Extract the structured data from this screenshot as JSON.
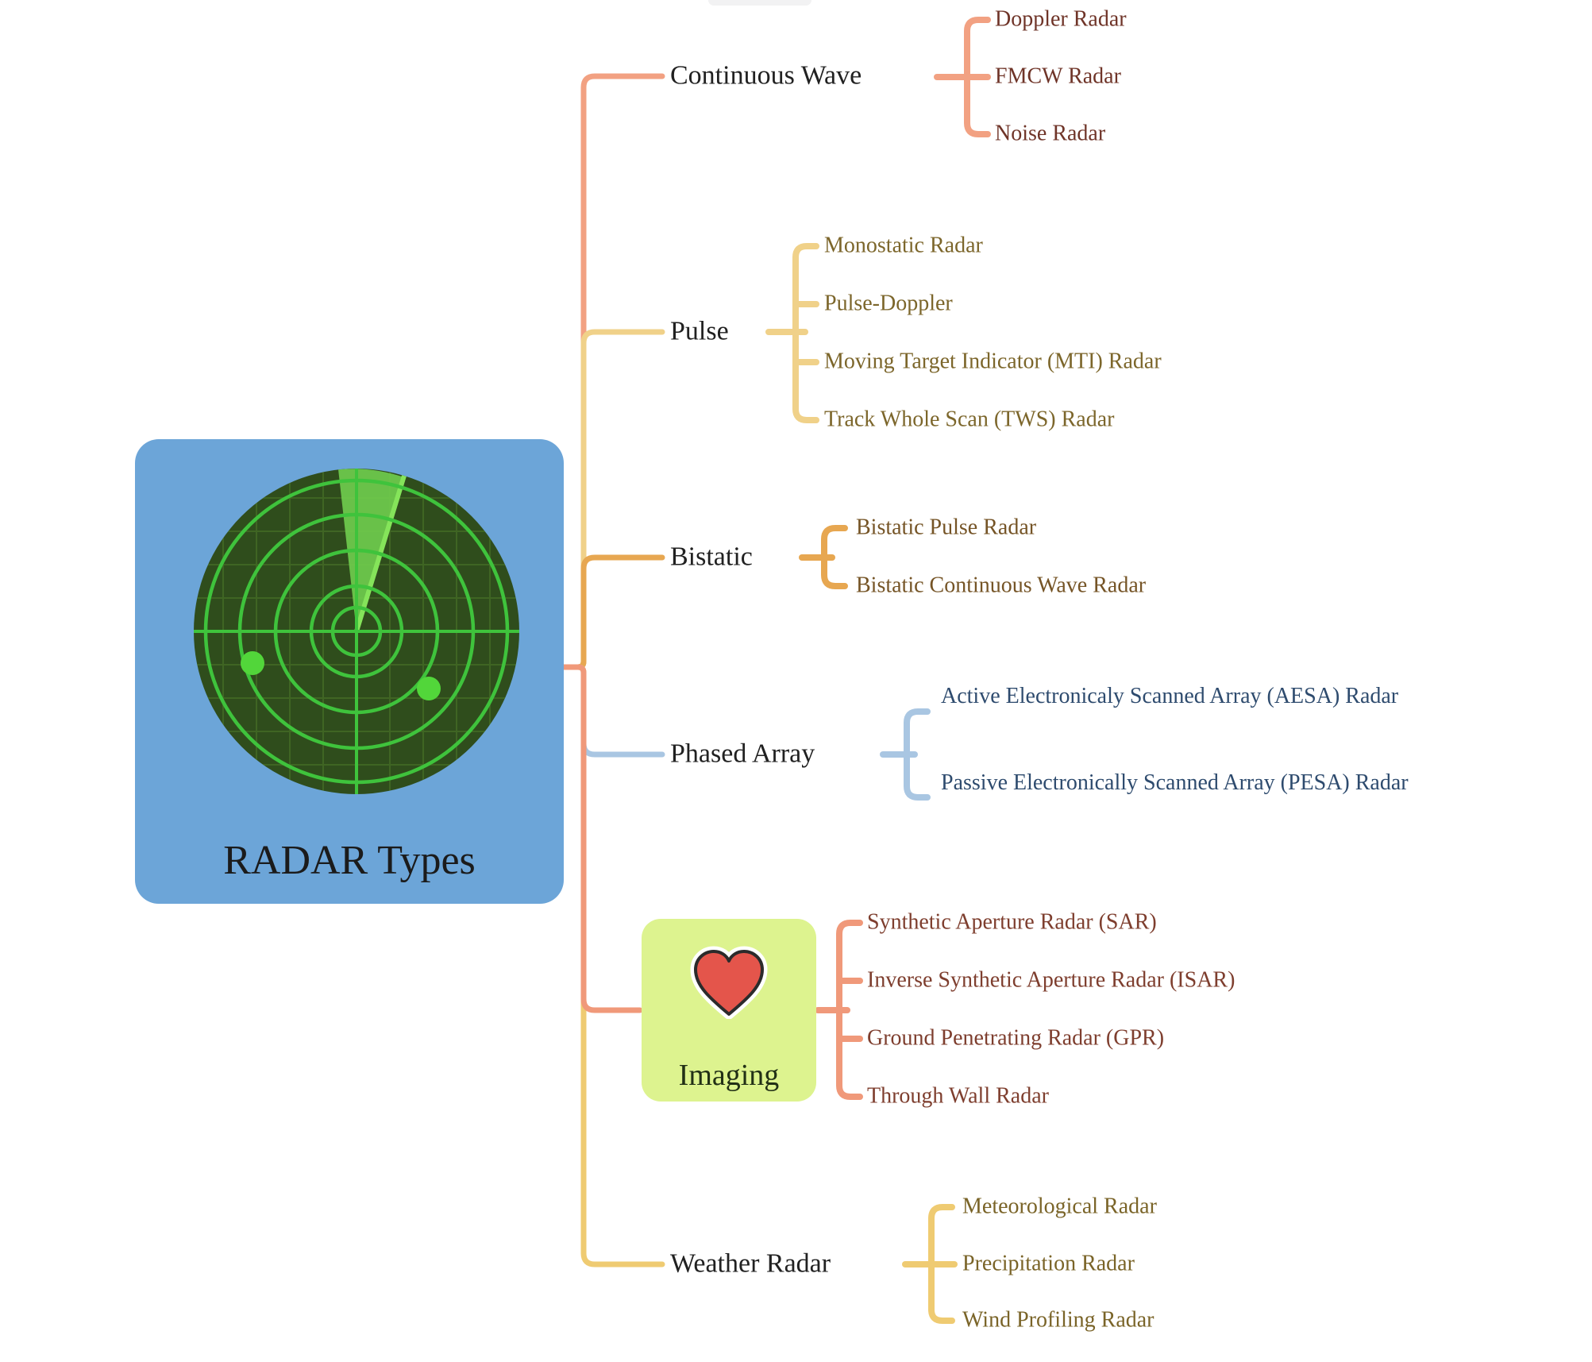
{
  "root": {
    "label": "RADAR Types",
    "icon": "radar-display-icon",
    "box_color": "#6CA5D8",
    "label_color": "#1b1b1b"
  },
  "branches": [
    {
      "label": "Continuous Wave",
      "color": "#F2A182",
      "children_color": "#6f3428",
      "children": [
        "Doppler Radar",
        "FMCW Radar",
        "Noise Radar"
      ]
    },
    {
      "label": "Pulse",
      "color": "#F0D189",
      "children_color": "#7c662b",
      "children": [
        "Monostatic Radar",
        "Pulse-Doppler",
        "Moving Target Indicator (MTI) Radar",
        "Track Whole Scan (TWS) Radar"
      ]
    },
    {
      "label": "Bistatic",
      "color": "#E7A751",
      "children_color": "#755426",
      "children": [
        "Bistatic Pulse Radar",
        "Bistatic Continuous Wave Radar"
      ]
    },
    {
      "label": "Phased Array",
      "color": "#A9C6E2",
      "children_color": "#2e4b6e",
      "children": [
        "Active Electronicaly Scanned Array (AESA) Radar",
        "Passive Electronically Scanned Array (PESA) Radar"
      ]
    },
    {
      "label": "Imaging",
      "color": "#F0997A",
      "children_color": "#7e3e2e",
      "icon": "heart-icon",
      "box_color": "#DDF38F",
      "children": [
        "Synthetic Aperture Radar (SAR)",
        "Inverse Synthetic Aperture Radar (ISAR)",
        "Ground Penetrating Radar (GPR)",
        "Through Wall Radar"
      ]
    },
    {
      "label": "Weather Radar",
      "color": "#EFCB72",
      "children_color": "#7a6428",
      "children": [
        "Meteorological Radar",
        "Precipitation Radar",
        "Wind Profiling Radar"
      ]
    }
  ]
}
